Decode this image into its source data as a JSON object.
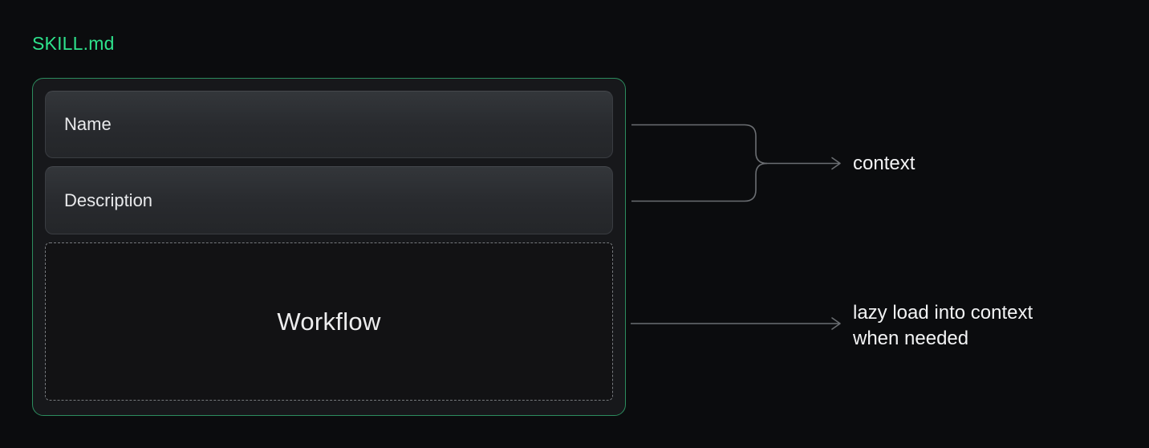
{
  "page": {
    "title": "SKILL.md"
  },
  "card": {
    "fields": [
      {
        "label": "Name",
        "style": "solid"
      },
      {
        "label": "Description",
        "style": "solid"
      },
      {
        "label": "Workflow",
        "style": "dashed"
      }
    ]
  },
  "annotations": {
    "context": "context",
    "lazy_load": "lazy load into context when needed"
  },
  "colors": {
    "background": "#0b0c0e",
    "accent_green": "#2ee28c",
    "card_border_green": "#2c8c5e",
    "field_gradient_top": "#33363a",
    "field_gradient_bottom": "#242629",
    "dashed_border_gray": "#76797d",
    "connector_gray": "#6b6e72",
    "text_light": "#f3f4f5"
  }
}
